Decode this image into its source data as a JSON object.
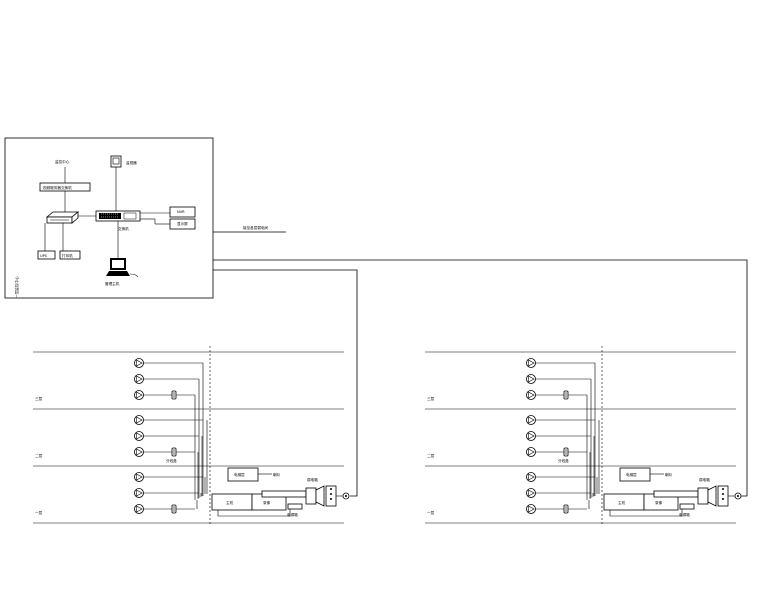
{
  "control_room": {
    "label_top_left": "监控中心",
    "switch_label": "视频服务器交换机",
    "label_top_center": "监视器",
    "hub_label": "交换机",
    "right_box_1": "NVR",
    "right_box_2": "显示屏",
    "left_box_1": "UPS",
    "left_box_2": "打印机",
    "pc_label": "管理主机",
    "room_caption": "一层监控中心",
    "cable_label": "接至各层弱电间"
  },
  "risers": [
    {
      "floors": [
        {
          "name": "三层"
        },
        {
          "name": "二层"
        },
        {
          "name": "一层"
        }
      ],
      "pull_box_label": "电梯层",
      "rack_label": "弱电箱",
      "ctrl_box_1": "主机",
      "ctrl_box_2": "录像",
      "small_box": "电源箱",
      "speaker_label": "喇叭",
      "junction_label": "分线盒"
    },
    {
      "floors": [
        {
          "name": "三层"
        },
        {
          "name": "二层"
        },
        {
          "name": "一层"
        }
      ],
      "pull_box_label": "电梯层",
      "rack_label": "弱电箱",
      "ctrl_box_1": "主机",
      "ctrl_box_2": "录像",
      "small_box": "电源箱",
      "speaker_label": "喇叭",
      "junction_label": "分线盒"
    }
  ]
}
